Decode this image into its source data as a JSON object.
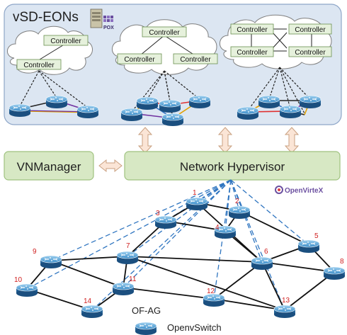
{
  "vsd": {
    "title": "vSD-EONs",
    "pox_label": "POX",
    "controller_label": "Controller"
  },
  "hypervisor": {
    "vnmanager_label": "VNManager",
    "hypervisor_label": "Network Hypervisor"
  },
  "openvirtex": {
    "logo_text": "OpenVirteX"
  },
  "legend": {
    "ofag_label": "OF-AG",
    "switch_label": "OpenvSwitch"
  },
  "nodes": [
    {
      "id": "1"
    },
    {
      "id": "2"
    },
    {
      "id": "3"
    },
    {
      "id": "4"
    },
    {
      "id": "5"
    },
    {
      "id": "6"
    },
    {
      "id": "7"
    },
    {
      "id": "8"
    },
    {
      "id": "9"
    },
    {
      "id": "10"
    },
    {
      "id": "11"
    },
    {
      "id": "12"
    },
    {
      "id": "13"
    },
    {
      "id": "14"
    }
  ],
  "links": [
    [
      "1",
      "2"
    ],
    [
      "1",
      "3"
    ],
    [
      "1",
      "6"
    ],
    [
      "2",
      "4"
    ],
    [
      "2",
      "5"
    ],
    [
      "3",
      "4"
    ],
    [
      "3",
      "7"
    ],
    [
      "4",
      "6"
    ],
    [
      "5",
      "6"
    ],
    [
      "5",
      "8"
    ],
    [
      "6",
      "8"
    ],
    [
      "6",
      "7"
    ],
    [
      "6",
      "12"
    ],
    [
      "6",
      "13"
    ],
    [
      "7",
      "9"
    ],
    [
      "7",
      "11"
    ],
    [
      "7",
      "13"
    ],
    [
      "9",
      "10"
    ],
    [
      "9",
      "11"
    ],
    [
      "10",
      "14"
    ],
    [
      "11",
      "12"
    ],
    [
      "12",
      "13"
    ],
    [
      "13",
      "8"
    ],
    [
      "11",
      "14"
    ]
  ],
  "hypervisor_links": [
    "1",
    "2",
    "3",
    "4",
    "5",
    "6",
    "7",
    "9",
    "10",
    "11",
    "12",
    "13",
    "14"
  ],
  "colors": {
    "panel_fill": "#dce6f2",
    "panel_stroke": "#8ea6c8",
    "green_fill": "#d7e8c4",
    "green_stroke": "#9fc27f",
    "controller_fill": "#e6f1dc",
    "link_dash": "#2f75c0",
    "title_text": "#1f1f1f",
    "node_label": "#d02020",
    "switch_blue": "#3d8ec9"
  }
}
